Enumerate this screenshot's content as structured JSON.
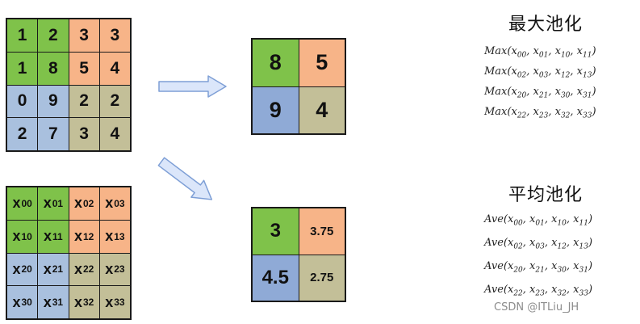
{
  "input_grid": [
    [
      "1",
      "2",
      "3",
      "3"
    ],
    [
      "1",
      "8",
      "5",
      "4"
    ],
    [
      "0",
      "9",
      "2",
      "2"
    ],
    [
      "2",
      "7",
      "3",
      "4"
    ]
  ],
  "variable_grid": [
    [
      {
        "b": "x",
        "s": "00"
      },
      {
        "b": "x",
        "s": "01"
      },
      {
        "b": "x",
        "s": "02"
      },
      {
        "b": "x",
        "s": "03"
      }
    ],
    [
      {
        "b": "x",
        "s": "10"
      },
      {
        "b": "x",
        "s": "11"
      },
      {
        "b": "x",
        "s": "12"
      },
      {
        "b": "x",
        "s": "13"
      }
    ],
    [
      {
        "b": "x",
        "s": "20"
      },
      {
        "b": "x",
        "s": "21"
      },
      {
        "b": "x",
        "s": "22"
      },
      {
        "b": "x",
        "s": "23"
      }
    ],
    [
      {
        "b": "x",
        "s": "30"
      },
      {
        "b": "x",
        "s": "31"
      },
      {
        "b": "x",
        "s": "32"
      },
      {
        "b": "x",
        "s": "33"
      }
    ]
  ],
  "max_pool": {
    "title": "最大池化",
    "values": [
      "8",
      "5",
      "9",
      "4"
    ],
    "func": "Max",
    "formulas": [
      [
        "00",
        "01",
        "10",
        "11"
      ],
      [
        "02",
        "03",
        "12",
        "13"
      ],
      [
        "20",
        "21",
        "30",
        "31"
      ],
      [
        "22",
        "23",
        "32",
        "33"
      ]
    ]
  },
  "avg_pool": {
    "title": "平均池化",
    "values": [
      "3",
      "3.75",
      "4.5",
      "2.75"
    ],
    "func": "Ave",
    "formulas": [
      [
        "00",
        "01",
        "10",
        "11"
      ],
      [
        "02",
        "03",
        "12",
        "13"
      ],
      [
        "20",
        "21",
        "30",
        "31"
      ],
      [
        "22",
        "23",
        "32",
        "33"
      ]
    ]
  },
  "watermark": "CSDN @ITLiu_JH",
  "colors": {
    "green": "#7fc24a",
    "orange": "#f7b488",
    "blue": "#a9c0de",
    "olive": "#c3bf98",
    "arrow_fill": "#dbe6fa",
    "arrow_stroke": "#7e9fd6"
  }
}
